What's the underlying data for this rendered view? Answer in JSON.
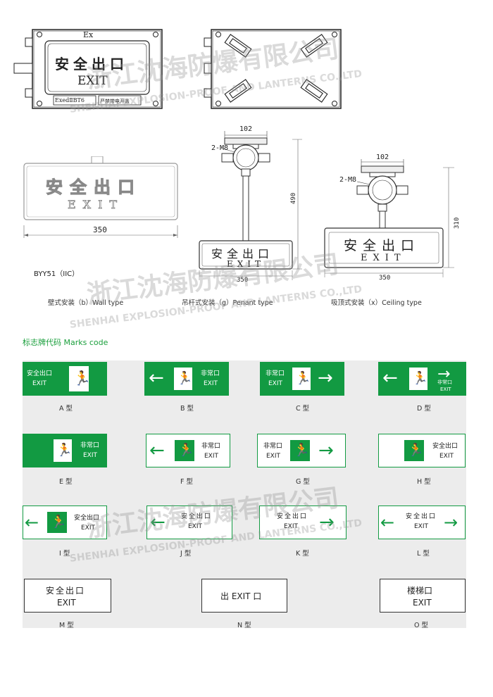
{
  "top_device": {
    "ex_label": "Ex",
    "sign_cn": "安全出口",
    "sign_en": "EXIT",
    "plate_left": "ExedⅡBT6",
    "plate_right": "严禁带电开盖"
  },
  "wall_drawing": {
    "sign_cn": "安全出口",
    "sign_en": "EXIT",
    "dim_width": "350",
    "model": "BYY51（IIC）"
  },
  "pendant_drawing": {
    "dim_top": "102",
    "bolt": "2-M8",
    "dim_height": "490",
    "sign_cn": "安全出口",
    "sign_en": "EXIT",
    "dim_width": "350"
  },
  "ceiling_drawing": {
    "dim_top": "102",
    "bolt": "2-M8",
    "dim_height": "310",
    "sign_cn": "安全出口",
    "sign_en": "EXIT",
    "dim_width": "350"
  },
  "captions": {
    "wall": "壁式安装（b）Wall type",
    "pendant": "吊杆式安装（g）Penant type",
    "ceiling": "吸顶式安装（x）Ceiling type"
  },
  "section_title": "标志牌代码 Marks code",
  "signs": {
    "A": {
      "l1": "安全出口",
      "l2": "EXIT",
      "label": "A 型"
    },
    "B": {
      "l1": "非常口",
      "l2": "EXIT",
      "label": "B 型"
    },
    "C": {
      "l1": "非常口",
      "l2": "EXIT",
      "label": "C 型"
    },
    "D": {
      "l1": "非常口",
      "l2": "EXIT",
      "label": "D 型"
    },
    "E": {
      "l1": "非常口",
      "l2": "EXIT",
      "label": "E 型"
    },
    "F": {
      "l1": "非常口",
      "l2": "EXIT",
      "label": "F 型"
    },
    "G": {
      "l1": "非常口",
      "l2": "EXIT",
      "label": "G 型"
    },
    "H": {
      "l1": "安全出口",
      "l2": "EXIT",
      "label": "H 型"
    },
    "I": {
      "l1": "安全出口",
      "l2": "EXIT",
      "label": "I 型"
    },
    "J": {
      "l1": "安全出口",
      "l2": "EXIT",
      "label": "J 型"
    },
    "K": {
      "l1": "安全出口",
      "l2": "EXIT",
      "label": "K 型"
    },
    "L": {
      "l1": "安全出口",
      "l2": "EXIT",
      "label": "L 型"
    },
    "M": {
      "l1": "安全出口",
      "l2": "EXIT",
      "label": "M 型"
    },
    "N": {
      "l1": "出 EXIT 口",
      "label": "N 型"
    },
    "O": {
      "l1": "楼梯口",
      "l2": "EXIT",
      "label": "O 型"
    }
  },
  "watermark": {
    "cn": "浙江沈海防爆有限公司",
    "en": "SHENHAI EXPLOSION-PROOF AND LANTERNS CO.,LTD"
  },
  "colors": {
    "green": "#129a42",
    "panel": "#ececec"
  }
}
